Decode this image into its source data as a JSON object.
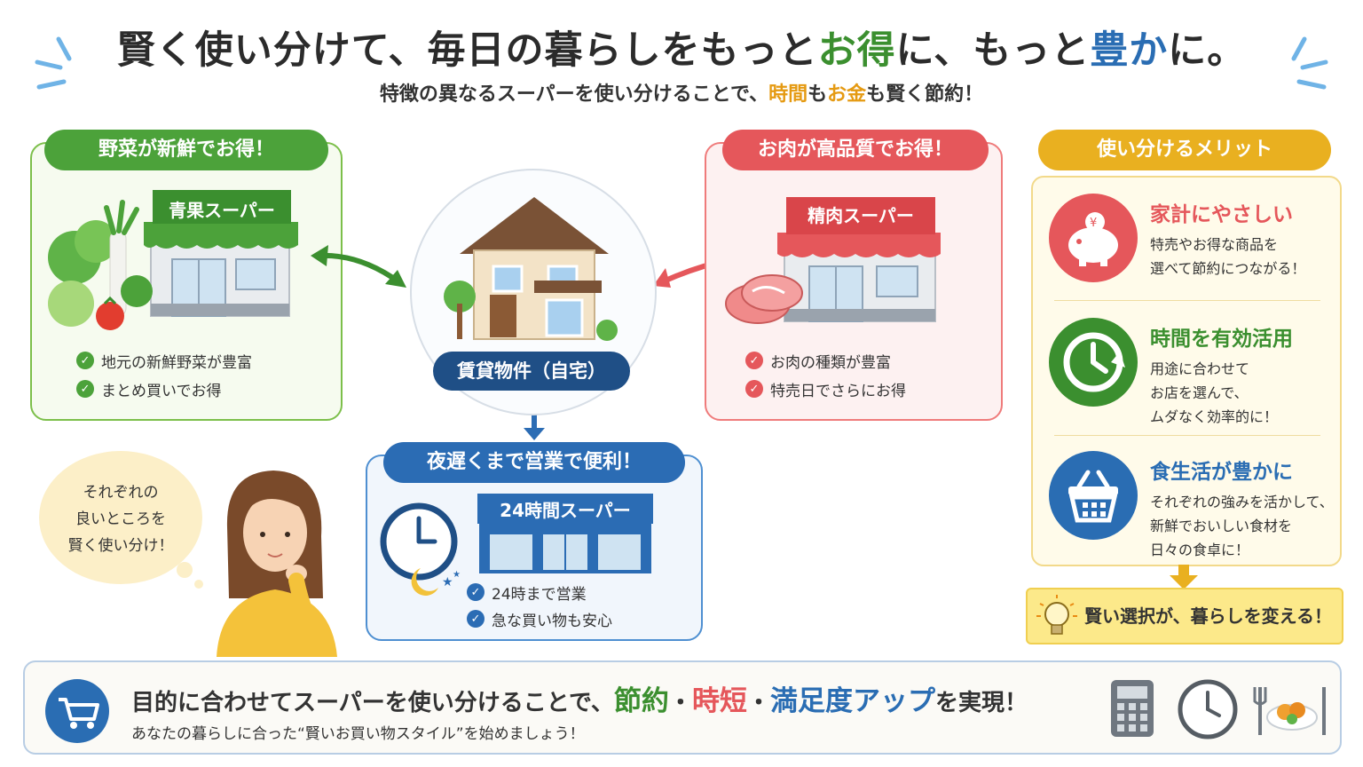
{
  "header": {
    "title_part1": "賢く使い分けて、毎日の暮らしをもっと",
    "title_green": "お得",
    "title_part2": "に、もっと",
    "title_blue": "豊か",
    "title_part3": "に。",
    "subtitle_part1": "特徴の異なるスーパーを使い分けることで、",
    "subtitle_orange1": "時間",
    "subtitle_part2": "も",
    "subtitle_orange2": "お金",
    "subtitle_part3": "も賢く節約！"
  },
  "vegetable_card": {
    "title": "野菜が新鮮でお得！",
    "store_name": "青果スーパー",
    "points": [
      "地元の新鮮野菜が豊富",
      "まとめ買いでお得"
    ],
    "color": "#4ca23a"
  },
  "home": {
    "label": "賃貸物件（自宅）"
  },
  "meat_card": {
    "title": "お肉が高品質でお得！",
    "store_name": "精肉スーパー",
    "points": [
      "お肉の種類が豊富",
      "特売日でさらにお得"
    ],
    "color": "#e5575b"
  },
  "convenience_card": {
    "title": "夜遅くまで営業で便利！",
    "store_name": "24時間スーパー",
    "points": [
      "24時まで営業",
      "急な買い物も安心"
    ],
    "color": "#2b6cb4"
  },
  "bubble": {
    "lines": [
      "それぞれの",
      "良いところを",
      "賢く使い分け！"
    ]
  },
  "merits": {
    "title": "使い分けるメリット",
    "items": [
      {
        "title": "家計にやさしい",
        "desc": [
          "特売やお得な商品を",
          "選べて節約につながる！"
        ],
        "color": "#e5575b"
      },
      {
        "title": "時間を有効活用",
        "desc": [
          "用途に合わせて",
          "お店を選んで、",
          "ムダなく効率的に！"
        ],
        "color": "#3b8f2f"
      },
      {
        "title": "食生活が豊かに",
        "desc": [
          "それぞれの強みを活かして、",
          "新鮮でおいしい食材を",
          "日々の食卓に！"
        ],
        "color": "#2a6db3"
      }
    ],
    "conclusion": "賢い選択が、暮らしを変える！"
  },
  "footer": {
    "main_part1": "目的に合わせてスーパーを使い分けることで、",
    "kw1": "節約",
    "dot": "・",
    "kw2": "時短",
    "kw3": "満足度アップ",
    "main_part2": "を実現！",
    "sub": "あなたの暮らしに合った“賢いお買い物スタイル”を始めましょう！"
  }
}
